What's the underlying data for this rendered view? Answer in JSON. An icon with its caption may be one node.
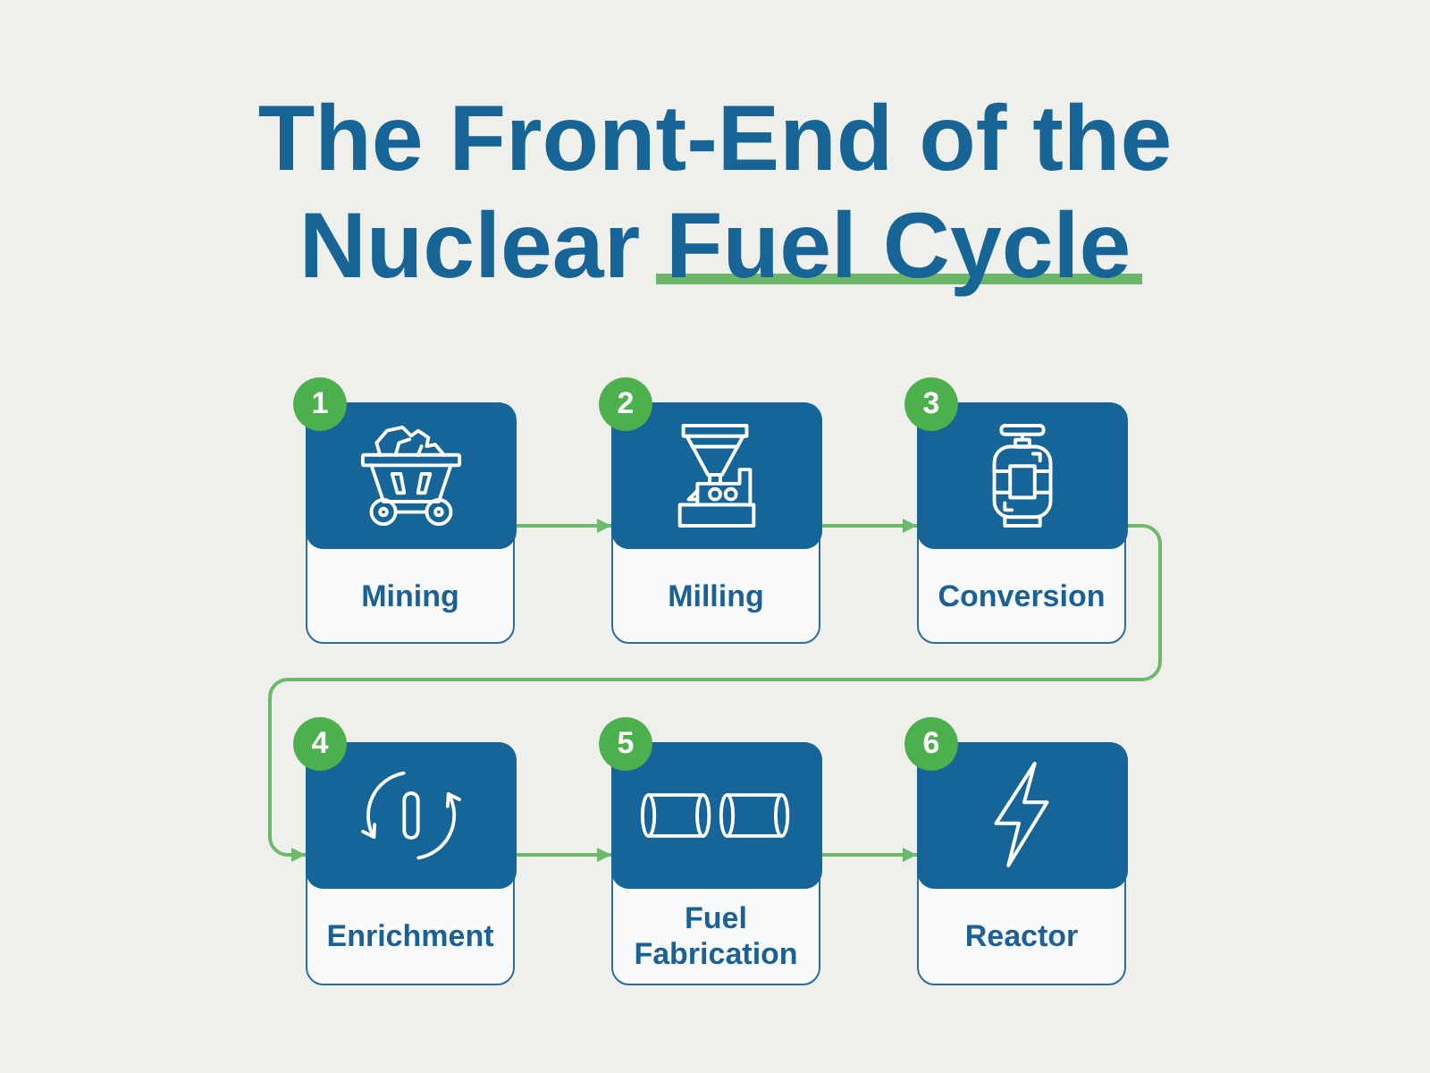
{
  "diagram": {
    "title": "The Front-End of the Nuclear Fuel Cycle",
    "nodes": [
      {
        "text": [
          "1"
        ]
      },
      {
        "text": [
          "Mining"
        ]
      },
      {
        "text": [
          "2"
        ]
      },
      {
        "text": [
          "Milling"
        ]
      },
      {
        "text": [
          "3"
        ]
      },
      {
        "text": [
          "Conversion"
        ]
      },
      {
        "text": [
          "4"
        ]
      },
      {
        "text": [
          "Enrichment"
        ]
      },
      {
        "text": [
          "5"
        ]
      },
      {
        "text": [
          "Fuel Fabrication"
        ]
      },
      {
        "text": [
          "6"
        ]
      },
      {
        "text": [
          "Reactor"
        ]
      }
    ],
    "edges": [
      {
        "from": 1,
        "to": 3,
        "arrow": "to"
      },
      {
        "from": 3,
        "to": 5,
        "arrow": "to"
      },
      {
        "from": 5,
        "to": 7,
        "arrow": "to"
      },
      {
        "from": 7,
        "to": 9,
        "arrow": "to"
      },
      {
        "from": 9,
        "to": 11,
        "arrow": "to"
      }
    ]
  }
}
